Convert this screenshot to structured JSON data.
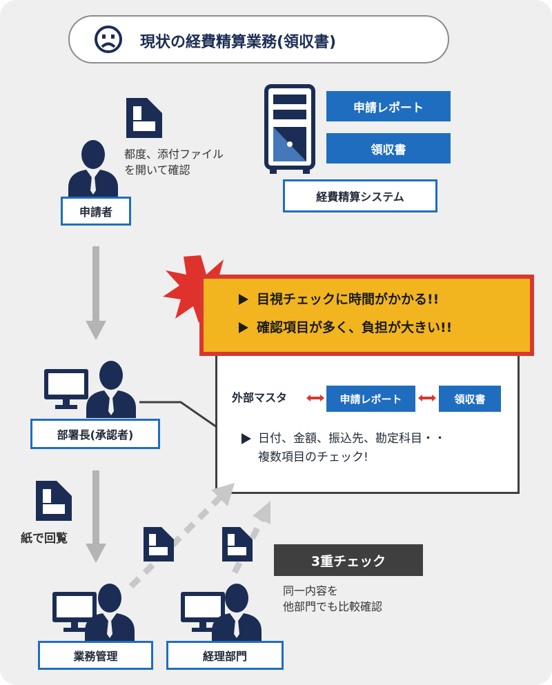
{
  "title": "現状の経費精算業務(領収書)",
  "applicant": {
    "label": "申請者",
    "note_line1": "都度、添付ファイル",
    "note_line2": "を開いて確認"
  },
  "system": {
    "label": "経費精算システム",
    "item1": "申請レポート",
    "item2": "領収書"
  },
  "manager": {
    "label": "部署長(承認者)"
  },
  "paper_note": "紙で回覧",
  "operations": {
    "label": "業務管理"
  },
  "accounting": {
    "label": "経理部門"
  },
  "alert": {
    "line1": "目視チェックに時間がかかる!!",
    "line2": "確認項目が多く、負担が大きい!!"
  },
  "detail": {
    "master": "外部マスタ",
    "report": "申請レポート",
    "receipt": "領収書",
    "check_line1": "日付、金額、振込先、勘定科目・・",
    "check_line2": "複数項目のチェック!"
  },
  "triple": {
    "label": "3重チェック",
    "note_line1": "同一内容を",
    "note_line2": "他部門でも比較確認"
  },
  "colors": {
    "navy": "#1b2d54",
    "blue": "#1f6dbf",
    "alert_fill": "#f2b51f",
    "alert_border": "#d9372f",
    "dark_box": "#3f3f3f",
    "arrow_gray": "#b4b4b4"
  }
}
